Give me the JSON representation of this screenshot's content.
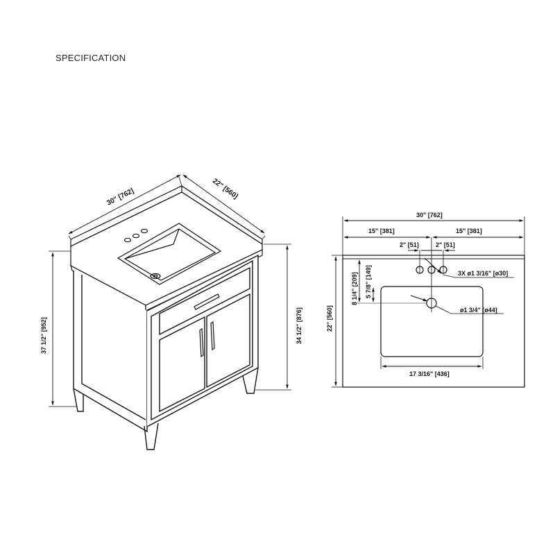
{
  "page": {
    "heading": "SPECIFICATION"
  },
  "perspective": {
    "width_label": "30\" [762]",
    "depth_label": "22\" [560]",
    "total_height_label": "37 1/2\" [952]",
    "cabinet_height_label": "34 1/2\" [876]"
  },
  "plan": {
    "overall_width_label": "30\" [762]",
    "left_half_label": "15\" [381]",
    "right_half_label": "15\" [381]",
    "hole_spacing_left_label": "2\" [51]",
    "hole_spacing_right_label": "2\" [51]",
    "depth_label": "22\" [560]",
    "front_to_drain_label": "8 1/4\" [209]",
    "bowl_edge_to_drain_label": "5 7/8\" [149]",
    "faucet_holes_label": "3X ø1 3/16\" [ø30]",
    "drain_label": "ø1 3/4\" [ø44]",
    "bowl_width_label": "17 3/16\" [436]"
  }
}
